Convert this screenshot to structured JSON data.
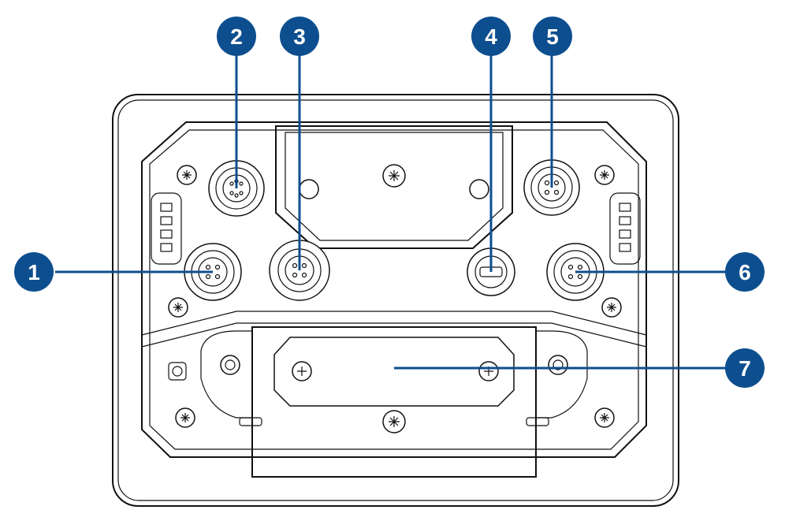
{
  "diagram": {
    "colors": {
      "callout": "#0d4e8f",
      "callout_text": "#ffffff",
      "line_art": "#111111",
      "background": "#ffffff"
    },
    "callouts": [
      {
        "id": "1",
        "label": "1"
      },
      {
        "id": "2",
        "label": "2"
      },
      {
        "id": "3",
        "label": "3"
      },
      {
        "id": "4",
        "label": "4"
      },
      {
        "id": "5",
        "label": "5"
      },
      {
        "id": "6",
        "label": "6"
      },
      {
        "id": "7",
        "label": "7"
      }
    ]
  }
}
